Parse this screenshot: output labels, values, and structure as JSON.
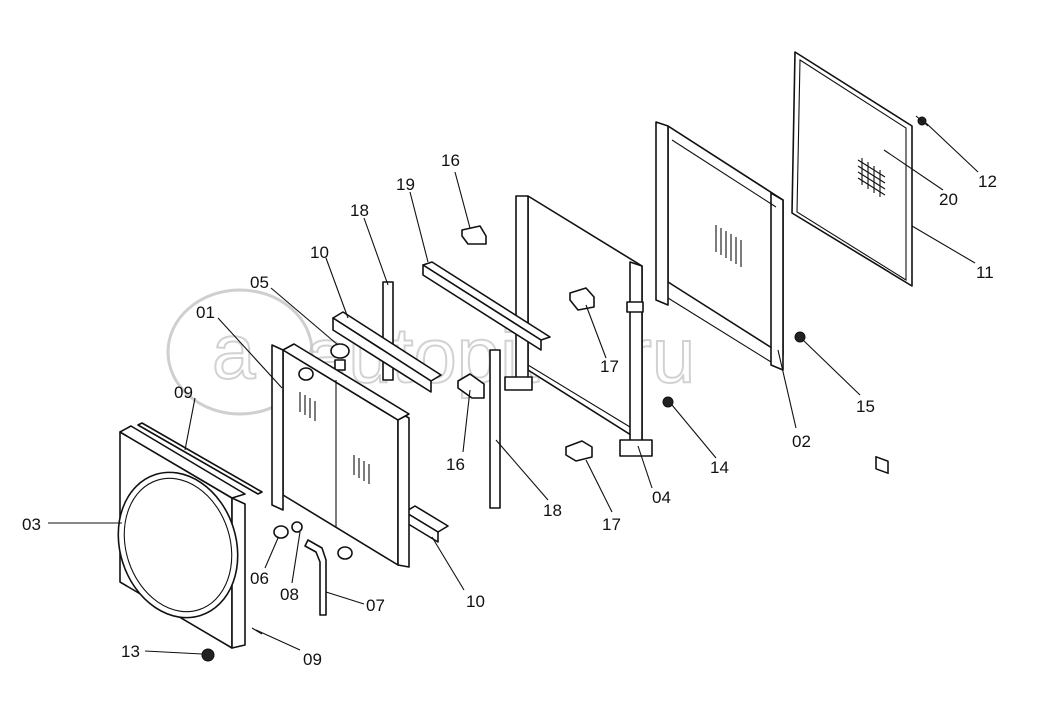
{
  "watermark": {
    "text": "autopiter.ru",
    "logo": "a"
  },
  "callouts": [
    {
      "id": "c01",
      "text": "01"
    },
    {
      "id": "c02",
      "text": "02"
    },
    {
      "id": "c03",
      "text": "03"
    },
    {
      "id": "c04",
      "text": "04"
    },
    {
      "id": "c05",
      "text": "05"
    },
    {
      "id": "c06",
      "text": "06"
    },
    {
      "id": "c07",
      "text": "07"
    },
    {
      "id": "c08",
      "text": "08"
    },
    {
      "id": "c09a",
      "text": "09"
    },
    {
      "id": "c09b",
      "text": "09"
    },
    {
      "id": "c10a",
      "text": "10"
    },
    {
      "id": "c10b",
      "text": "10"
    },
    {
      "id": "c11",
      "text": "11"
    },
    {
      "id": "c12",
      "text": "12"
    },
    {
      "id": "c13",
      "text": "13"
    },
    {
      "id": "c14",
      "text": "14"
    },
    {
      "id": "c15",
      "text": "15"
    },
    {
      "id": "c16a",
      "text": "16"
    },
    {
      "id": "c16b",
      "text": "16"
    },
    {
      "id": "c17a",
      "text": "17"
    },
    {
      "id": "c17b",
      "text": "17"
    },
    {
      "id": "c18a",
      "text": "18"
    },
    {
      "id": "c18b",
      "text": "18"
    },
    {
      "id": "c19",
      "text": "19"
    },
    {
      "id": "c20",
      "text": "20"
    }
  ]
}
